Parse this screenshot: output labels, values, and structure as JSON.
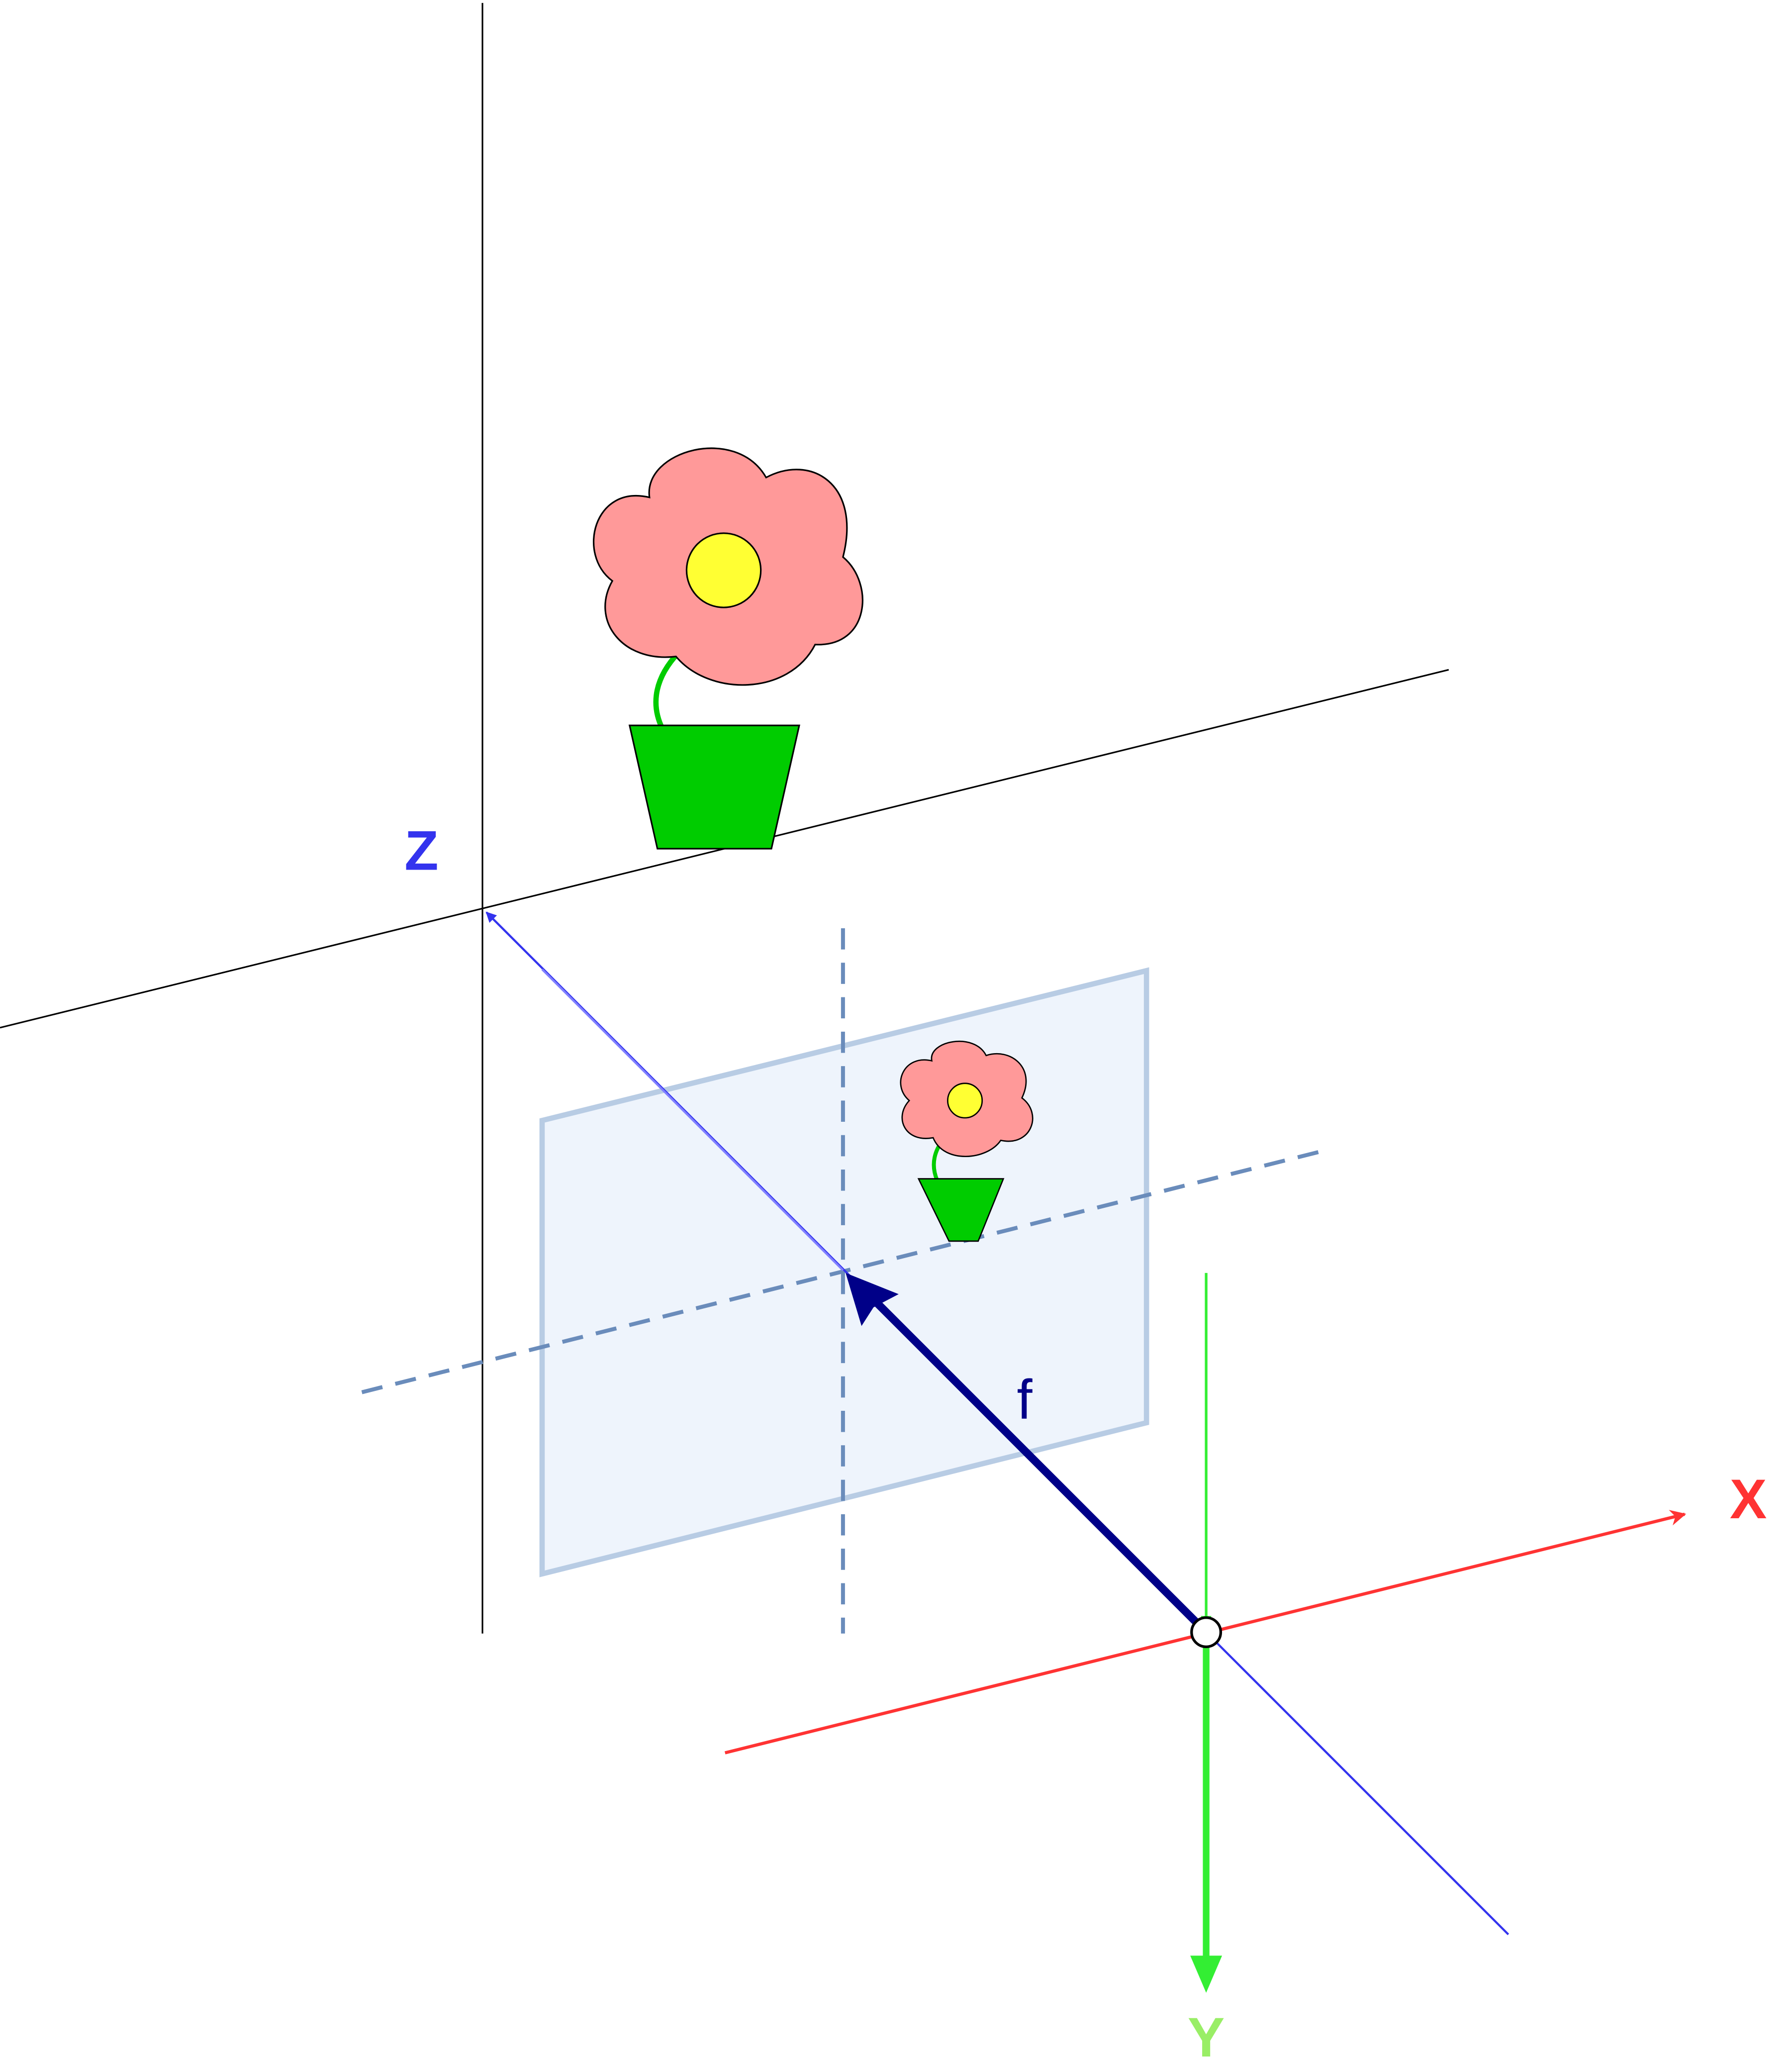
{
  "diagram": {
    "labels": {
      "x_axis": "X",
      "y_axis": "Y",
      "z_axis": "Z",
      "focal_length": "f"
    },
    "colors": {
      "x_axis": "#ff3333",
      "y_axis": "#33ee33",
      "y_label": "#99ee66",
      "z_axis": "#3333ee",
      "focal_arrow": "#000088",
      "image_plane_fill": "#eef4fc",
      "image_plane_stroke": "#b8cce4",
      "dashed_axes": "#6a8cbb",
      "petals": "#ff9999",
      "flower_center": "#ffff33",
      "pot_and_stem": "#00cc00",
      "world_lines": "#000000"
    },
    "elements": [
      "world-horizon-line",
      "world-vertical-line",
      "world-flower",
      "image-plane",
      "image-flower",
      "camera-center"
    ]
  }
}
